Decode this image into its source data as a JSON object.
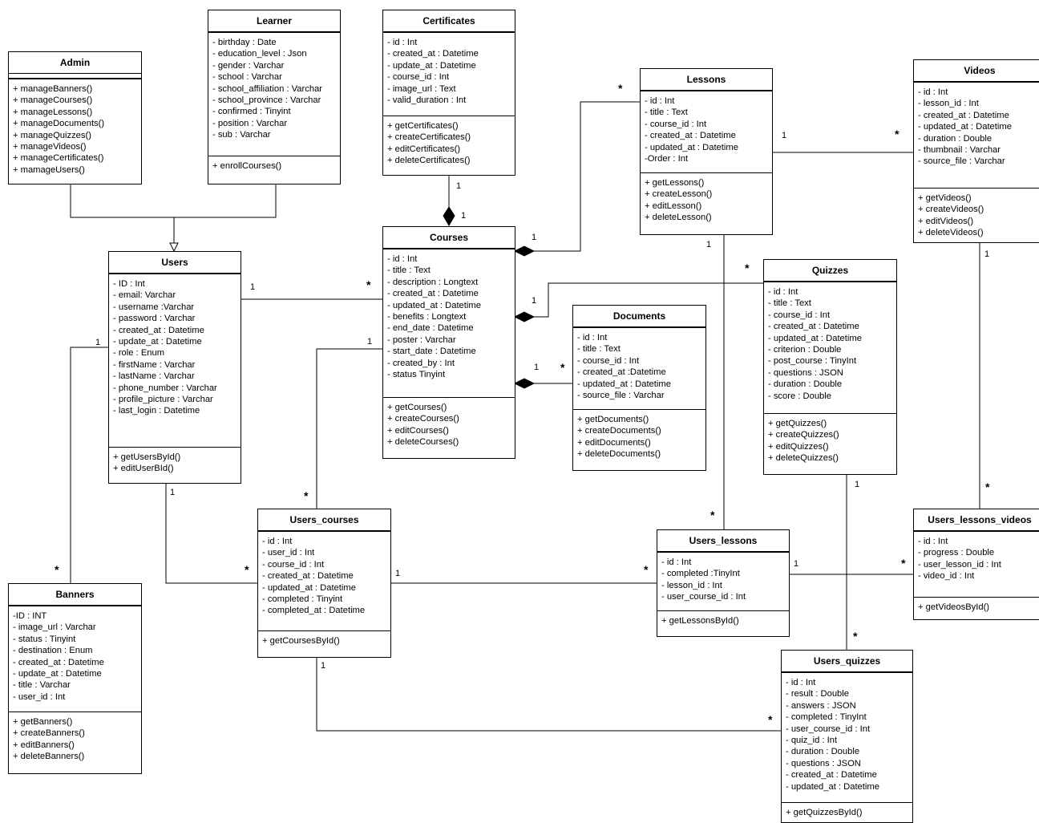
{
  "classes": {
    "admin": {
      "name": "Admin",
      "attributes": [],
      "methods": [
        "+ manageBanners()",
        "+ manageCourses()",
        "+ manageLessons()",
        "+ manageDocuments()",
        "+ manageQuizzes()",
        "+ manageVideos()",
        "+ manageCertificates()",
        "+ mamageUsers()"
      ]
    },
    "learner": {
      "name": "Learner",
      "attributes": [
        "- birthday : Date",
        "- education_level : Json",
        "- gender : Varchar",
        "- school : Varchar",
        "- school_affiliation : Varchar",
        "- school_province : Varchar",
        "- confirmed : Tinyint",
        "- position : Varchar",
        "- sub : Varchar"
      ],
      "methods": [
        "+ enrollCourses()"
      ]
    },
    "certificates": {
      "name": "Certificates",
      "attributes": [
        "- id : Int",
        "- created_at : Datetime",
        "- update_at : Datetime",
        "- course_id : Int",
        "- image_url : Text",
        "- valid_duration : Int"
      ],
      "methods": [
        "+ getCertificates()",
        "+ createCertificates()",
        "+ editCertificates()",
        "+ deleteCertificates()"
      ]
    },
    "lessons": {
      "name": "Lessons",
      "attributes": [
        "- id : Int",
        "- title : Text",
        "- course_id : Int",
        "- created_at : Datetime",
        "- updated_at : Datetime",
        "-Order : Int"
      ],
      "methods": [
        "+ getLessons()",
        "+ createLesson()",
        "+ editLesson()",
        "+ deleteLesson()"
      ]
    },
    "videos": {
      "name": "Videos",
      "attributes": [
        "- id : Int",
        "- lesson_id : Int",
        "- created_at : Datetime",
        "- updated_at : Datetime",
        "- duration : Double",
        "- thumbnail : Varchar",
        "- source_file : Varchar"
      ],
      "methods": [
        "+ getVideos()",
        "+ createVideos()",
        "+ editVideos()",
        "+ deleteVideos()"
      ]
    },
    "users": {
      "name": "Users",
      "attributes": [
        "- ID : Int",
        "- email: Varchar",
        "- username :Varchar",
        "- password : Varchar",
        "- created_at : Datetime",
        "- update_at : Datetime",
        "- role : Enum",
        "- firstName : Varchar",
        "- lastName : Varchar",
        "- phone_number : Varchar",
        "- profile_picture : Varchar",
        "- last_login : Datetime"
      ],
      "methods": [
        "+ getUsersById()",
        "+ editUserBId()"
      ]
    },
    "courses": {
      "name": "Courses",
      "attributes": [
        "- id : Int",
        "- title : Text",
        "- description : Longtext",
        "- created_at : Datetime",
        "- updated_at : Datetime",
        "- benefits : Longtext",
        "- end_date : Datetime",
        "- poster : Varchar",
        "- start_date : Datetime",
        "- created_by : Int",
        "- status Tinyint"
      ],
      "methods": [
        "+ getCourses()",
        "+ createCourses()",
        "+ editCourses()",
        "+ deleteCourses()"
      ]
    },
    "documents": {
      "name": "Documents",
      "attributes": [
        "- id : Int",
        "- title : Text",
        "- course_id : Int",
        "- created_at  :Datetime",
        "- updated_at : Datetime",
        "- source_file : Varchar"
      ],
      "methods": [
        "+ getDocuments()",
        "+ createDocuments()",
        "+ editDocuments()",
        "+ deleteDocuments()"
      ]
    },
    "quizzes": {
      "name": "Quizzes",
      "attributes": [
        "- id : Int",
        "- title : Text",
        "- course_id : Int",
        "- created_at : Datetime",
        "- updated_at : Datetime",
        "- criterion : Double",
        "- post_course : TinyInt",
        "- questions : JSON",
        "- duration : Double",
        "- score : Double"
      ],
      "methods": [
        "+ getQuizzes()",
        "+ createQuizzes()",
        "+ editQuizzes()",
        "+ deleteQuizzes()"
      ]
    },
    "users_lessons_videos": {
      "name": "Users_lessons_videos",
      "attributes": [
        "- id : Int",
        "- progress : Double",
        "- user_lesson_id : Int",
        "- video_id : Int"
      ],
      "methods": [
        "+ getVideosById()"
      ]
    },
    "users_courses": {
      "name": "Users_courses",
      "attributes": [
        "- id : Int",
        "- user_id : Int",
        "- course_id : Int",
        "- created_at : Datetime",
        "- updated_at : Datetime",
        "- completed : Tinyint",
        "- completed_at : Datetime"
      ],
      "methods": [
        "+ getCoursesById()"
      ]
    },
    "users_lessons": {
      "name": "Users_lessons",
      "attributes": [
        "- id : Int",
        "- completed :TinyInt",
        "- lesson_id : Int",
        "- user_course_id : Int"
      ],
      "methods": [
        "+ getLessonsById()"
      ]
    },
    "banners": {
      "name": "Banners",
      "attributes": [
        "-ID : INT",
        "- image_url : Varchar",
        "- status : Tinyint",
        "- destination : Enum",
        "- created_at : Datetime",
        "- update_at : Datetime",
        "- title : Varchar",
        "- user_id : Int"
      ],
      "methods": [
        "+ getBanners()",
        "+ createBanners()",
        "+ editBanners()",
        "+ deleteBanners()"
      ]
    },
    "users_quizzes": {
      "name": "Users_quizzes",
      "attributes": [
        "- id : Int",
        "- result : Double",
        "- answers : JSON",
        "- completed : TinyInt",
        "- user_course_id : Int",
        "- quiz_id : Int",
        "- duration : Double",
        "- questions : JSON",
        "- created_at : Datetime",
        "- updated_at : Datetime"
      ],
      "methods": [
        "+ getQuizzesById()"
      ]
    }
  },
  "multiplicities": {
    "cert_courses_a": "1",
    "cert_courses_b": "1",
    "lessons_courses_star": "*",
    "lessons_courses_one": "1",
    "lessons_videos_one": "1",
    "lessons_videos_star": "*",
    "users_courses_one": "1",
    "users_courses_star": "*",
    "quizzes_courses_star": "*",
    "quizzes_courses_one": "1",
    "documents_courses_one": "1",
    "documents_courses_star": "*",
    "courses_uc_one": "1",
    "courses_uc_star": "*",
    "users_banners_one": "1",
    "users_banners_star": "*",
    "users_uc_one": "1",
    "users_uc_star": "*",
    "lessons_ul_one": "1",
    "lessons_ul_star": "*",
    "videos_ulv_one": "1",
    "videos_ulv_star": "*",
    "uc_ul_one": "1",
    "uc_ul_star": "*",
    "ul_ulv_one": "1",
    "ul_ulv_star": "*",
    "quizzes_uq_one": "1",
    "quizzes_uq_star": "*",
    "uc_uq_one": "1",
    "uc_uq_star": "*"
  }
}
